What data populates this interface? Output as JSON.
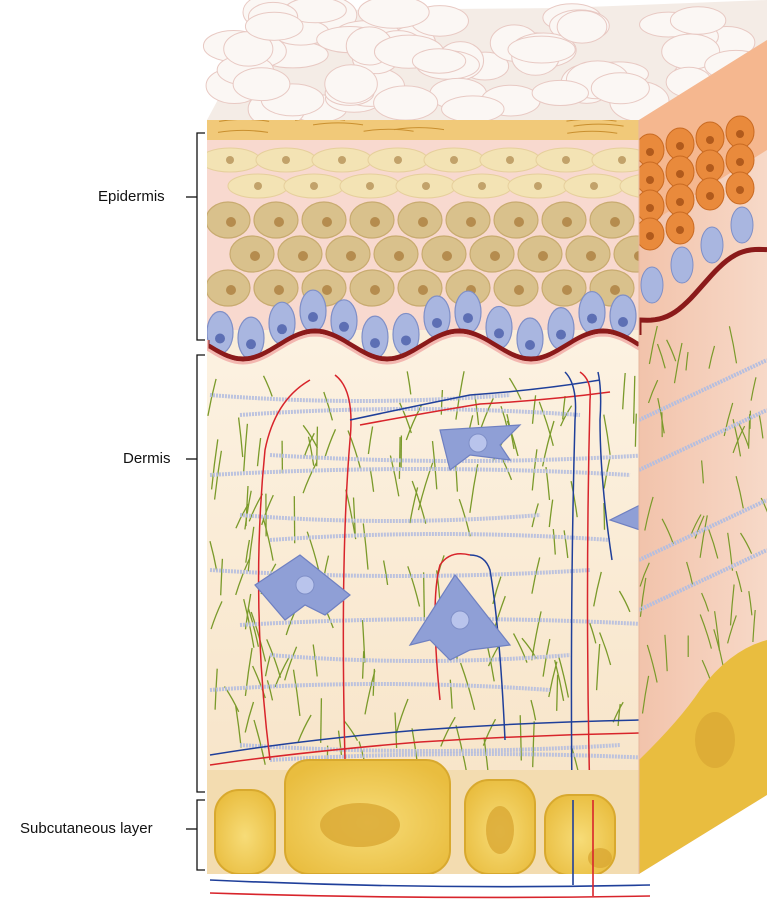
{
  "labels": {
    "epidermis": "Epidermis",
    "dermis": "Dermis",
    "subcutaneous": "Subcutaneous layer"
  },
  "colors": {
    "stratum_corneum_top": "#f6efea",
    "stratum_corneum_band": "#f0c878",
    "epidermis_background": "#f8d9cf",
    "squamous_cells": "#f3e3b4",
    "spinous_cells": "#d9c18c",
    "basal_cells": "#a9b6e0",
    "basement_membrane": "#8b1a1a",
    "dermis_background": "#fbeed8",
    "side_face": "#f4cdb8",
    "side_epidermis": "#e98a3c",
    "collagen_fibers": "#b5bedf",
    "elastin_fibers": "#7a9a2a",
    "fibroblasts": "#8f9fd6",
    "artery": "#d8242b",
    "vein": "#1f3f9a",
    "fat": "#f1cf59",
    "fat_outline": "#d8a92e"
  }
}
